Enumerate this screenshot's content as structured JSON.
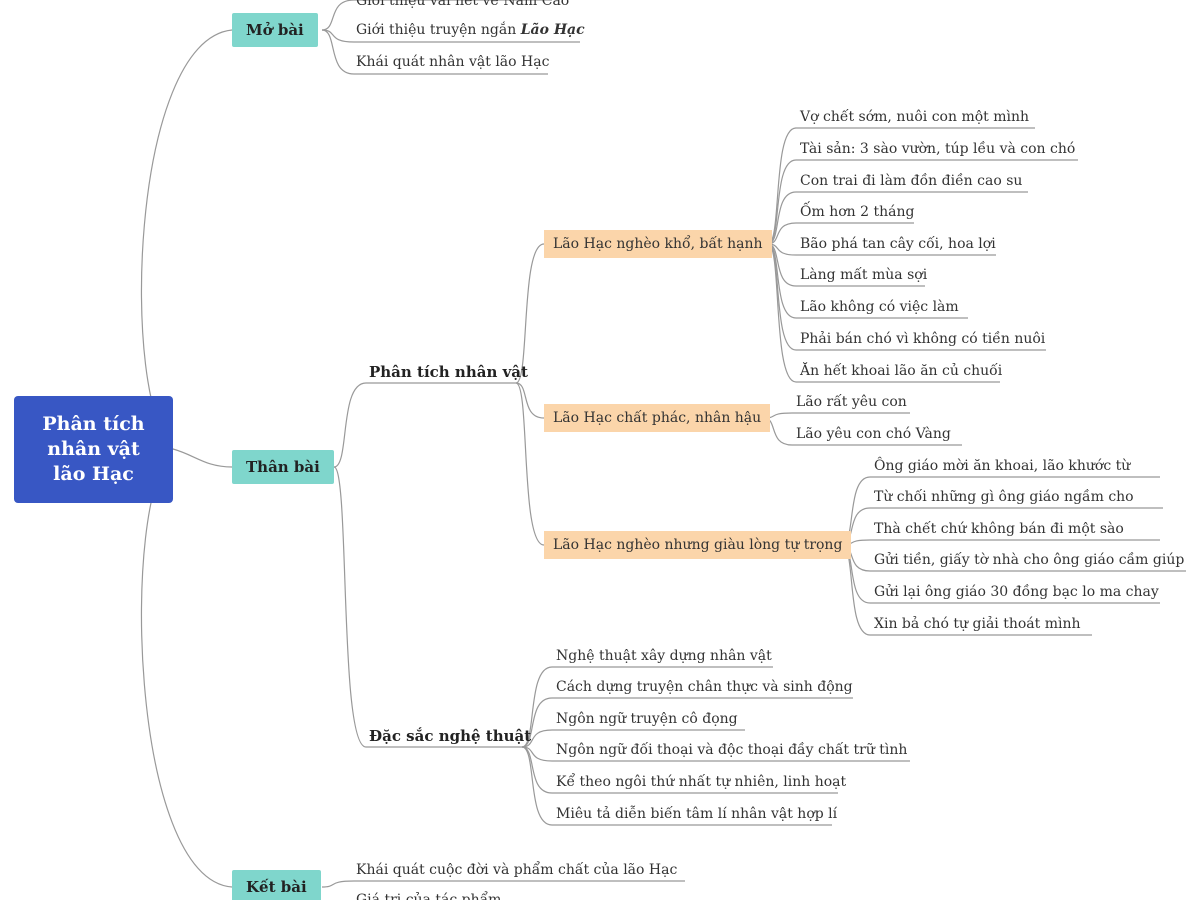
{
  "root": {
    "lines": [
      "Phân tích",
      "nhân vật",
      "lão Hạc"
    ]
  },
  "mo_bai": {
    "label": "Mở bài",
    "items": [
      "Giới thiệu vài nét về Nam Cao",
      "Giới thiệu truyện ngắn ",
      "Khái quát nhân vật lão Hạc"
    ],
    "emphasis": "Lão Hạc"
  },
  "than_bai": {
    "label": "Thân bài",
    "phan_tich": {
      "label": "Phân tích nhân vật",
      "ngheo_kho": {
        "label": "Lão Hạc nghèo khổ, bất hạnh",
        "items": [
          "Vợ chết sớm, nuôi con một mình",
          "Tài sản: 3 sào vườn, túp lều và con chó",
          "Con trai đi làm đồn điền cao su",
          "Ốm hơn 2 tháng",
          "Bão phá tan cây cối, hoa lợi",
          "Làng mất mùa sợi",
          "Lão không có việc làm",
          "Phải bán chó vì không có tiền nuôi",
          "Ăn hết khoai lão ăn củ chuối"
        ]
      },
      "chat_phac": {
        "label": "Lão Hạc chất phác, nhân hậu",
        "items": [
          "Lão rất yêu con",
          "Lão yêu con chó Vàng"
        ]
      },
      "tu_trong": {
        "label": "Lão Hạc nghèo nhưng giàu lòng tự trọng",
        "items": [
          "Ông giáo mời ăn khoai, lão khước từ",
          "Từ chối những gì ông giáo ngầm cho",
          "Thà chết chứ không bán đi một sào",
          "Gửi tiền, giấy tờ nhà cho ông giáo cầm giúp",
          "Gửi lại ông giáo 30 đồng bạc lo ma chay",
          "Xin bả chó tự giải thoát mình"
        ]
      }
    },
    "nghe_thuat": {
      "label": "Đặc sắc nghệ thuật",
      "items": [
        "Nghệ thuật xây dựng nhân vật",
        "Cách dựng truyện chân thực và sinh động",
        "Ngôn ngữ truyện cô đọng",
        "Ngôn ngữ đối thoại và độc thoại đầy chất trữ tình",
        "Kể theo ngôi thứ nhất tự nhiên, linh hoạt",
        "Miêu tả diễn biến tâm lí nhân vật hợp lí"
      ]
    }
  },
  "ket_bai": {
    "label": "Kết bài",
    "items": [
      "Khái quát cuộc đời và phẩm chất của lão Hạc",
      "Giá trị của tác phẩm"
    ]
  },
  "colors": {
    "root": "#3857c4",
    "section": "#7fd6cc",
    "branch": "#fbd5aa",
    "line": "#999999"
  }
}
